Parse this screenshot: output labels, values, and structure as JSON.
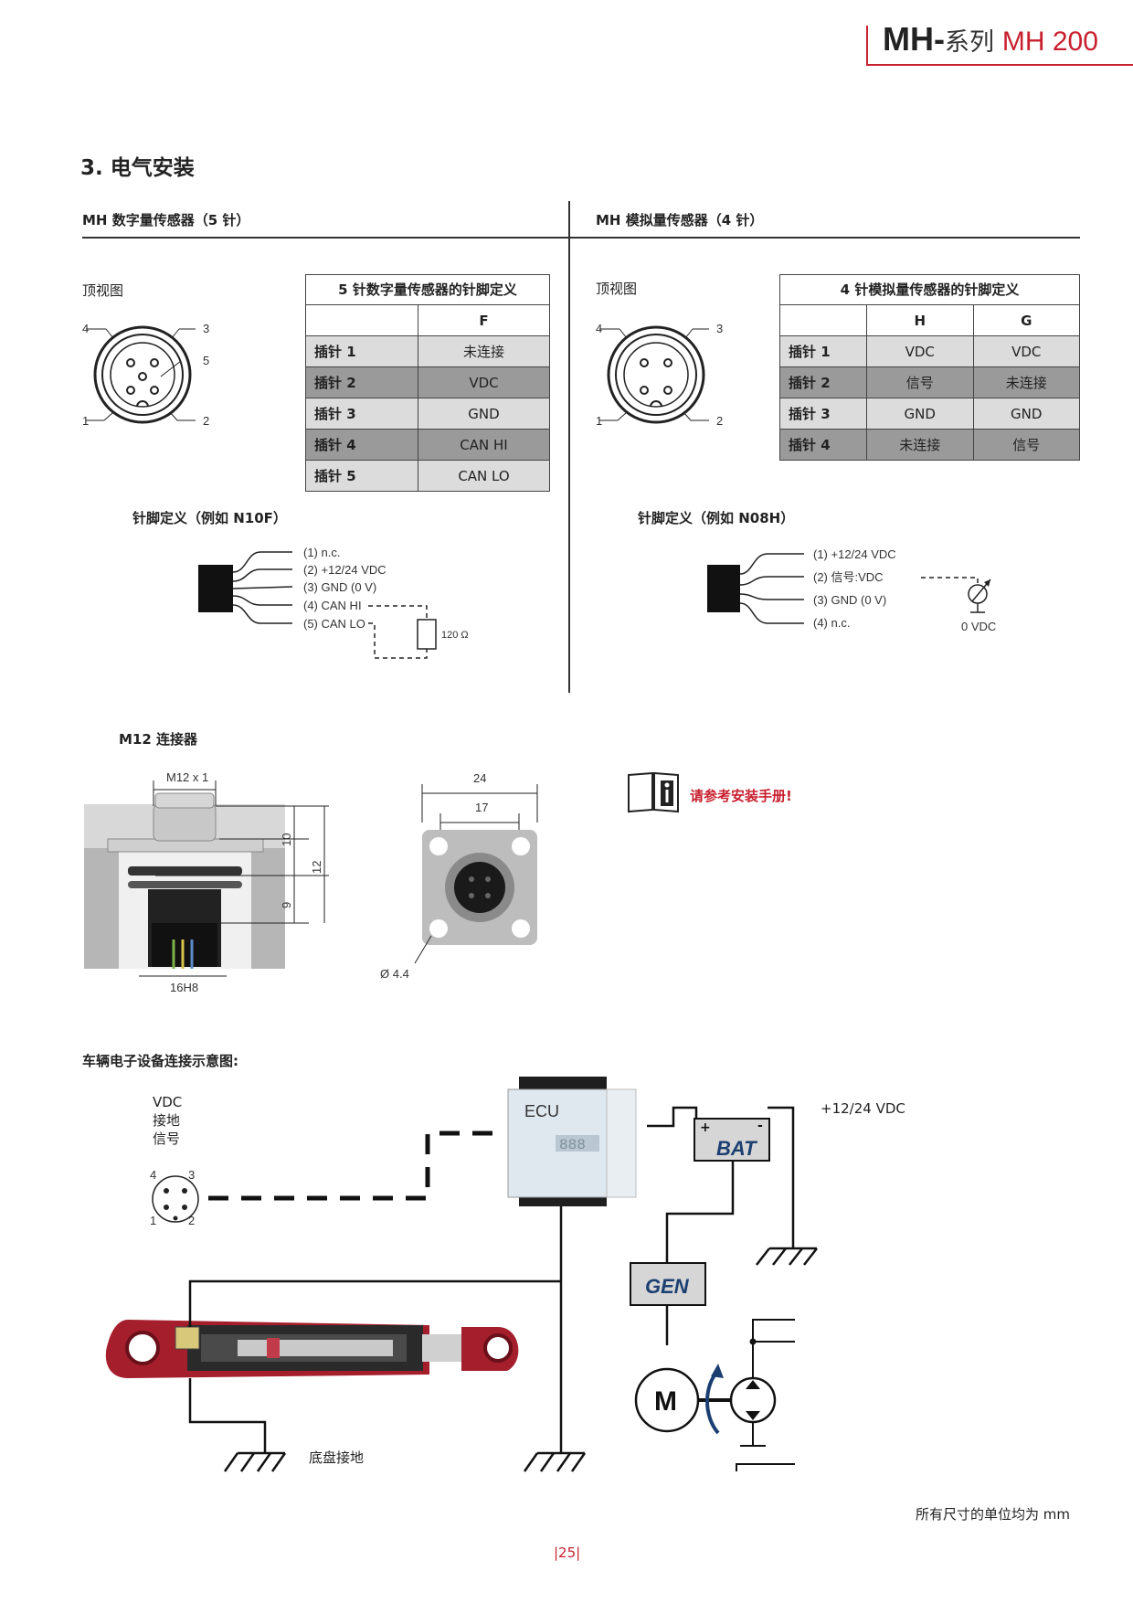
{
  "header": {
    "brand": "MH-",
    "series": "系列",
    "model": "MH 200"
  },
  "section_title": "3. 电气安装",
  "digital": {
    "title": "MH 数字量传感器（5 针）",
    "top_view": "顶视图",
    "pin_labels": [
      "4",
      "3",
      "5",
      "1",
      "2"
    ],
    "table_title": "5 针数字量传感器的针脚定义",
    "col": "F",
    "rows": [
      {
        "pin": "插针 1",
        "f": "未连接"
      },
      {
        "pin": "插针 2",
        "f": "VDC"
      },
      {
        "pin": "插针 3",
        "f": "GND"
      },
      {
        "pin": "插针 4",
        "f": "CAN HI"
      },
      {
        "pin": "插针 5",
        "f": "CAN LO"
      }
    ],
    "example_title": "针脚定义（例如 N10F）",
    "wires": [
      "(1) n.c.",
      "(2) +12/24 VDC",
      "(3) GND (0 V)",
      "(4) CAN HI",
      "(5) CAN LO"
    ],
    "resistor": "120 Ω"
  },
  "analog": {
    "title": "MH 模拟量传感器（4 针）",
    "top_view": "顶视图",
    "pin_labels": [
      "4",
      "3",
      "1",
      "2"
    ],
    "table_title": "4 针模拟量传感器的针脚定义",
    "cols": [
      "H",
      "G"
    ],
    "rows": [
      {
        "pin": "插针 1",
        "h": "VDC",
        "g": "VDC"
      },
      {
        "pin": "插针 2",
        "h": "信号",
        "g": "未连接"
      },
      {
        "pin": "插针 3",
        "h": "GND",
        "g": "GND"
      },
      {
        "pin": "插针 4",
        "h": "未连接",
        "g": "信号"
      }
    ],
    "example_title": "针脚定义（例如 N08H）",
    "wires": [
      "(1) +12/24 VDC",
      "(2) 信号:VDC",
      "(3) GND (0 V)",
      "(4) n.c."
    ],
    "meter_label": "0 VDC"
  },
  "connector": {
    "title": "M12 连接器",
    "dims": {
      "thread": "M12 x 1",
      "d10": "10",
      "d12": "12",
      "d9": "9",
      "bore": "16H8",
      "w24": "24",
      "w17": "17",
      "hole": "Ø 4.4"
    }
  },
  "notice": "请参考安装手册!",
  "vehicle": {
    "title": "车辆电子设备连接示意图:",
    "legend": [
      "VDC",
      "接地",
      "信号"
    ],
    "pin_labels": [
      "4",
      "3",
      "1",
      "2"
    ],
    "ecu": "ECU",
    "ecu_display": "888",
    "bat": "BAT",
    "gen": "GEN",
    "motor": "M",
    "supply": "+12/24 VDC",
    "chassis": "底盘接地"
  },
  "footer": {
    "units": "所有尺寸的单位均为 mm",
    "page": "|25|"
  }
}
